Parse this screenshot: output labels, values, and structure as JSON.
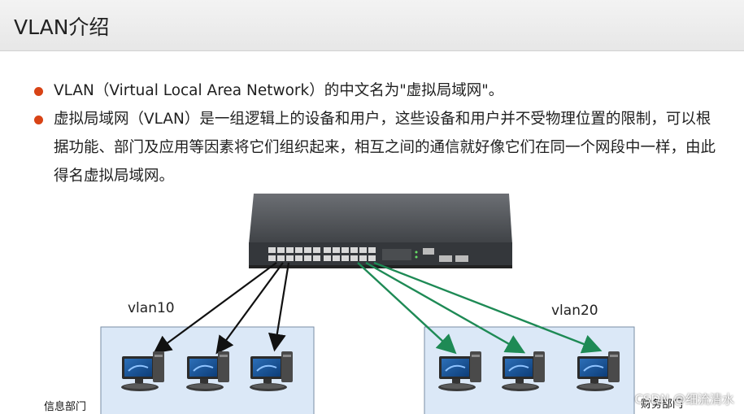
{
  "header": {
    "title": "VLAN介绍"
  },
  "bullets": [
    {
      "lines": [
        "VLAN（Virtual Local Area Network）的中文名为\"虚拟局域网\"。"
      ]
    },
    {
      "lines": [
        "虚拟局域网（VLAN）是一组逻辑上的设备和用户，这些设备和用户并不受物理位置的限制，可以根",
        "据功能、部门及应用等因素将它们组织起来，相互之间的通信就好像它们在同一个网段中一样，由此",
        "得名虚拟局域网。"
      ]
    }
  ],
  "diagram": {
    "vlan_left_label": "vlan10",
    "vlan_right_label": "vlan20",
    "dept_left_label": "信息部门",
    "dept_right_label": "财务部门",
    "left_link_color": "#111111",
    "right_link_color": "#1e8a55",
    "box_color": "#dbe8f7",
    "switch_icon": "network-switch-icon",
    "pc_icon": "desktop-computer-icon"
  },
  "watermark": "CSDN @细流清水"
}
